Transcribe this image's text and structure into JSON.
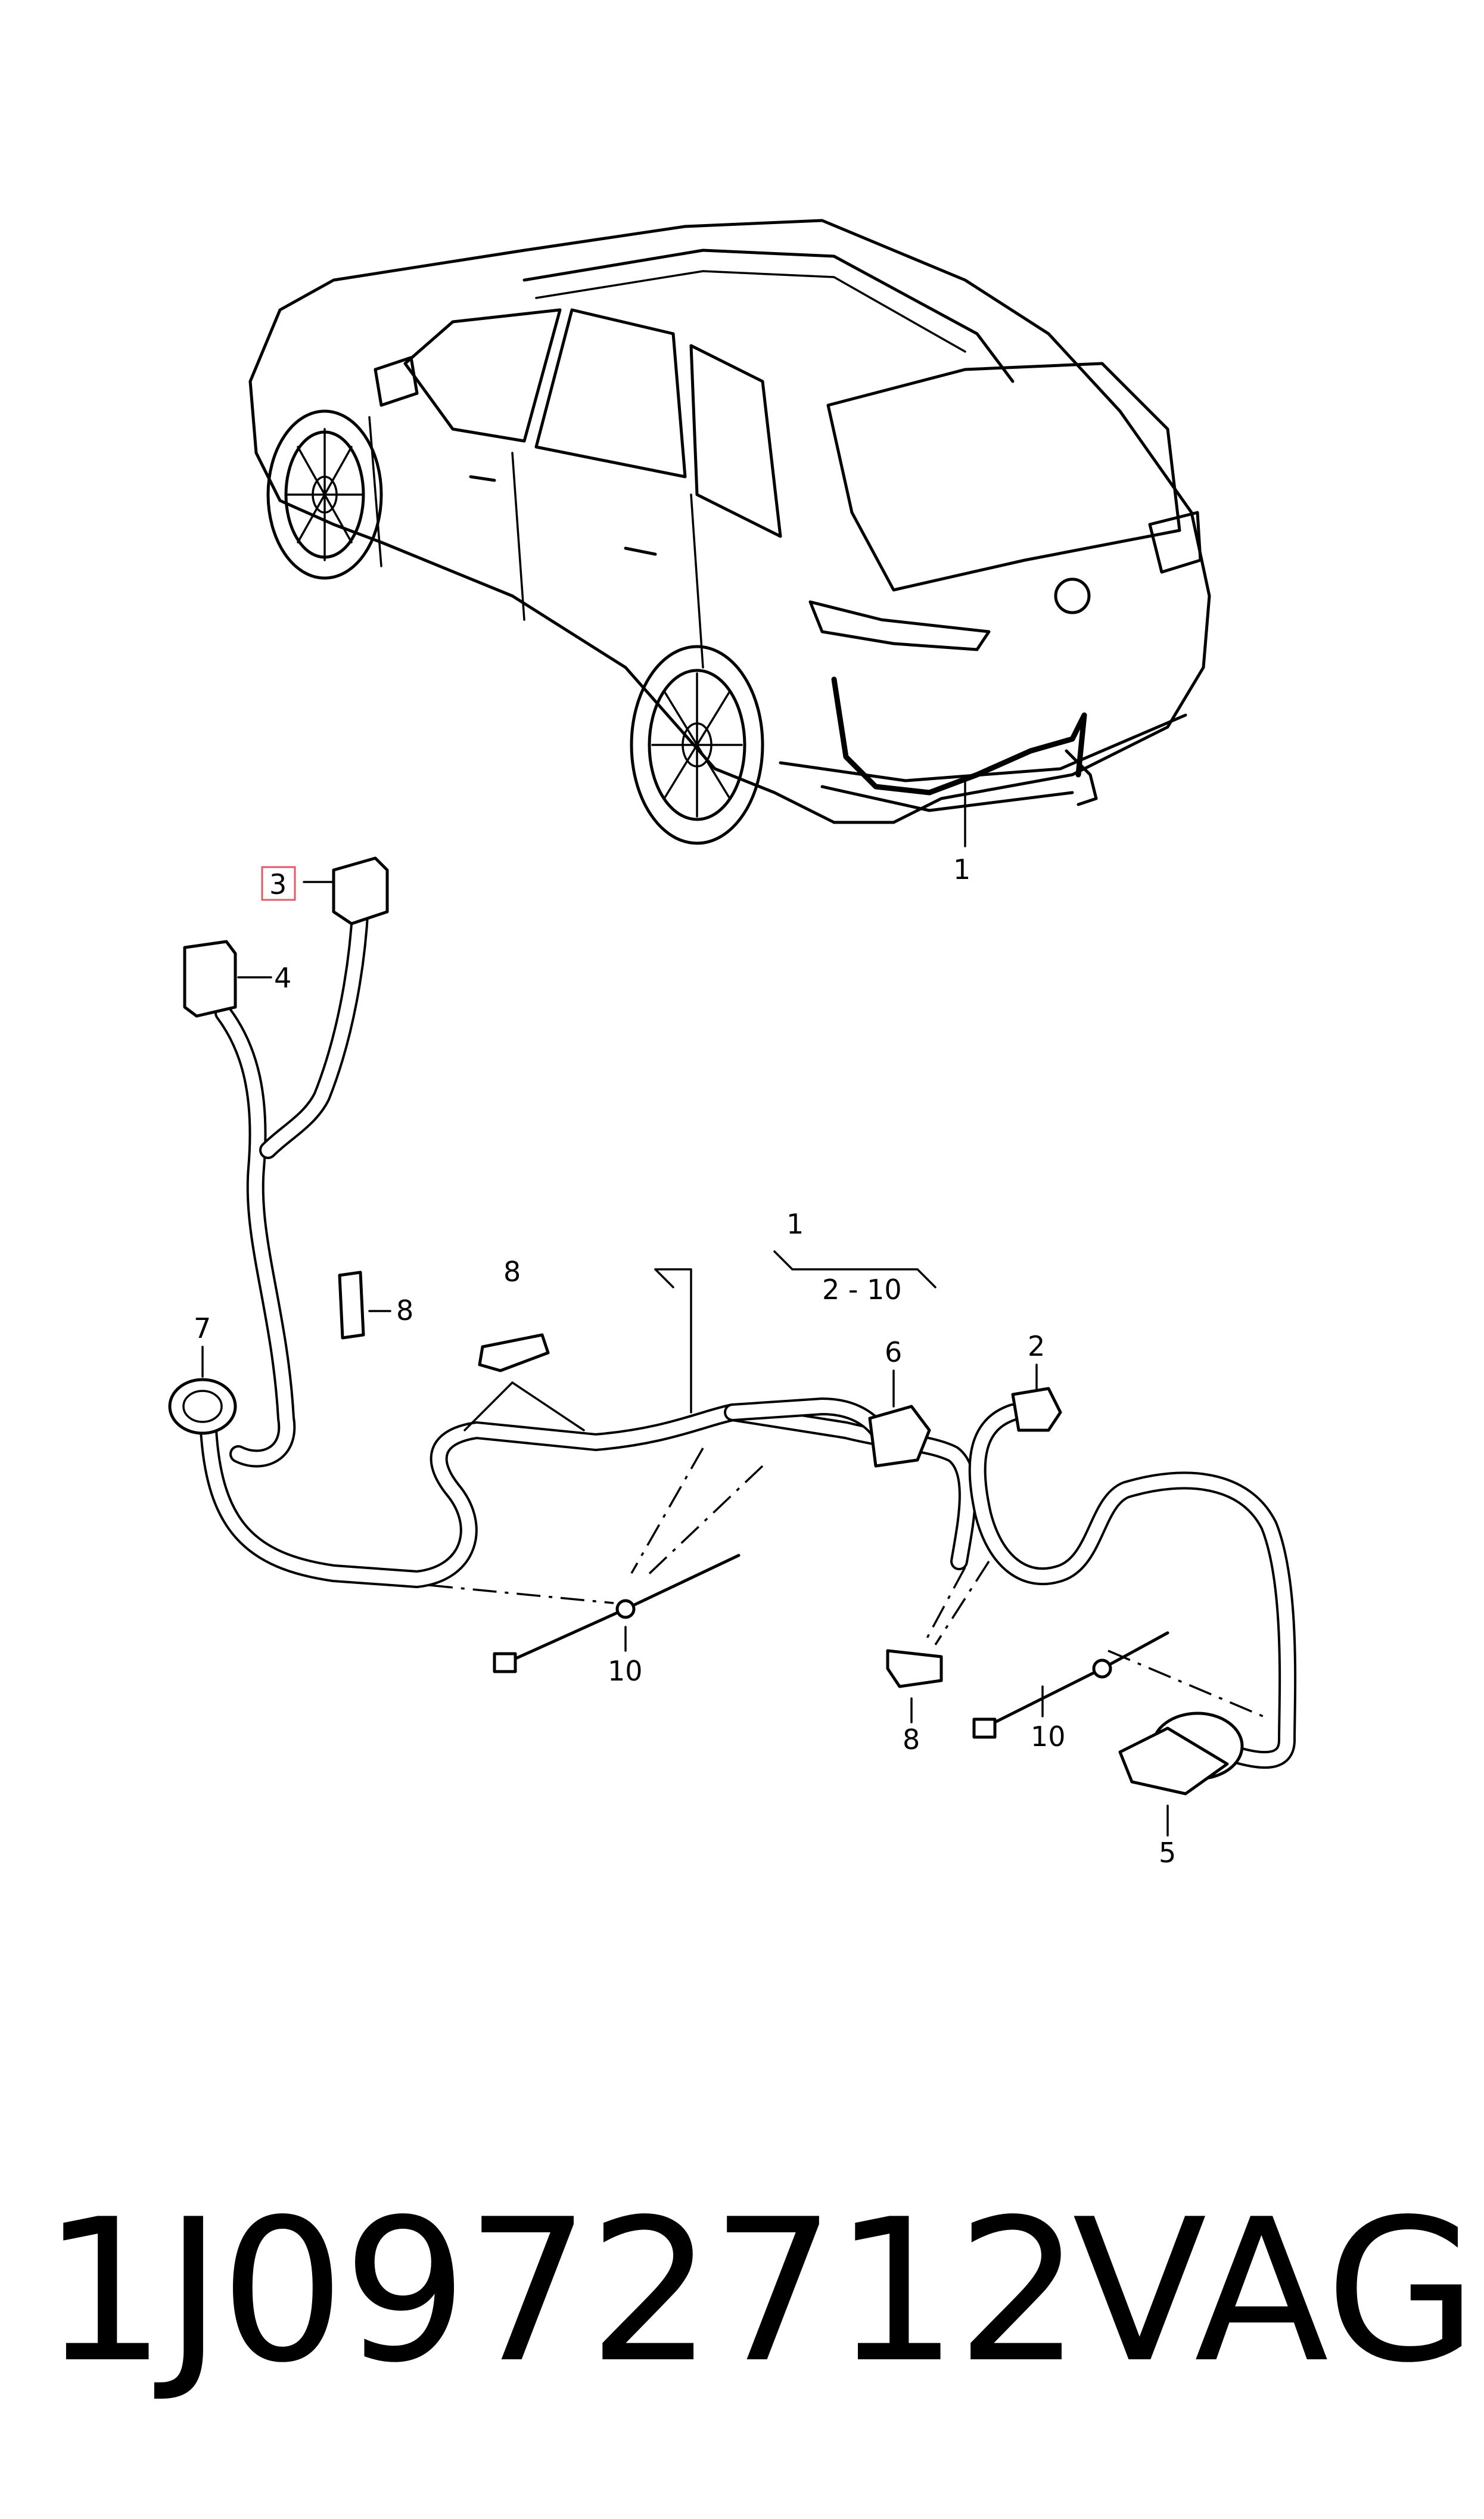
{
  "diagram": {
    "callouts": {
      "car_harness": "1",
      "group_main": "1",
      "group_range": "2 - 10",
      "item_2": "2",
      "item_3": "3",
      "item_4": "4",
      "item_5": "5",
      "item_6": "6",
      "item_7": "7",
      "item_8_top_left": "8",
      "item_8_top_mid": "8",
      "item_8_bottom": "8",
      "item_10_left": "10",
      "item_10_right": "10"
    },
    "highlight_color": "#e05a6a"
  },
  "footer": {
    "part_number": "1J0972712",
    "brand": "VAG"
  }
}
